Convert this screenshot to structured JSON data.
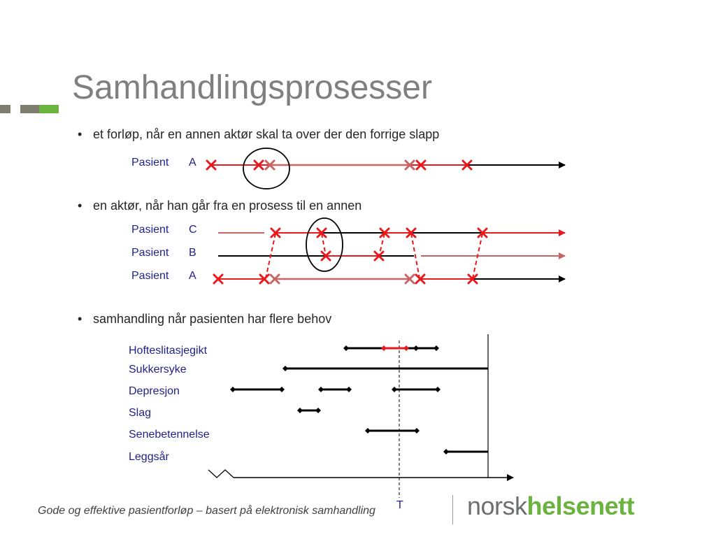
{
  "title": "Samhandlingsprosesser",
  "colors": {
    "title": "#7f7f7f",
    "accent_grey": "#7f7f6f",
    "accent_green": "#6ab33f",
    "red": "#e8191d",
    "faded_red": "#c86464",
    "label_blue": "#1f1f8c",
    "logo_grey": "#6d6e71",
    "logo_green": "#6ab33f"
  },
  "bullets": [
    "et forløp, når en annen aktør skal ta over der den forrige slapp",
    "en aktør, når han går fra en prosess til en annen",
    "samhandling når pasienten har flere behov"
  ],
  "bullet_glyph": "•",
  "section1": {
    "row": {
      "patient": "Pasient",
      "letter": "A"
    }
  },
  "section2": {
    "rows": [
      {
        "patient": "Pasient",
        "letter": "C"
      },
      {
        "patient": "Pasient",
        "letter": "B"
      },
      {
        "patient": "Pasient",
        "letter": "A"
      }
    ]
  },
  "section3": {
    "categories": [
      "Hofteslitasjegikt",
      "Sukkersyke",
      "Depresjon",
      "Slag",
      "Senebetennelse",
      "Leggsår"
    ],
    "time_label": "T"
  },
  "footer": {
    "text": "Gode og effektive pasientforløp – basert på elektronisk samhandling"
  },
  "logo": {
    "part1": "norsk",
    "part2": "helsenett"
  }
}
